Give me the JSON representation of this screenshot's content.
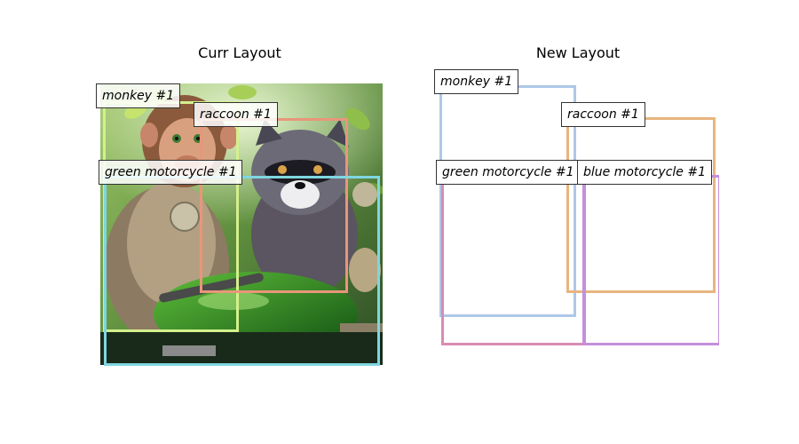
{
  "panels": {
    "left": {
      "title": "Curr Layout"
    },
    "right": {
      "title": "New Layout"
    }
  },
  "photo": {
    "description_icon": "monkey-and-raccoon-on-green-motorcycle-image"
  },
  "curr_layout": {
    "boxes": [
      {
        "label": "monkey #1",
        "color": "#d4f08c"
      },
      {
        "label": "raccoon #1",
        "color": "#e8967a"
      },
      {
        "label": "green motorcycle #1",
        "color": "#7fd6e0"
      }
    ]
  },
  "new_layout": {
    "boxes": [
      {
        "label": "monkey #1",
        "color": "#aec7e8"
      },
      {
        "label": "raccoon #1",
        "color": "#e8b57f"
      },
      {
        "label": "green motorcycle #1",
        "color": "#d98cb3"
      },
      {
        "label": "blue motorcycle #1",
        "color": "#c58fdc"
      }
    ]
  }
}
